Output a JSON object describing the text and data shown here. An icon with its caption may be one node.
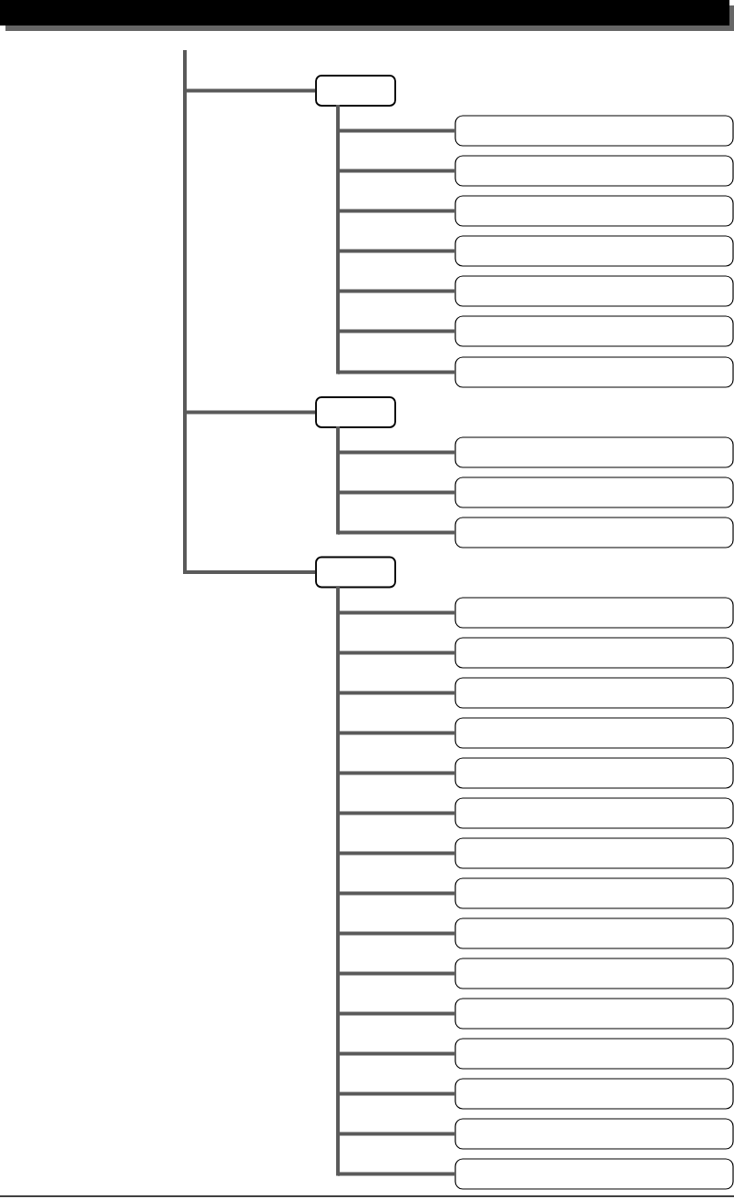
{
  "diagram": {
    "nodes": [
      {
        "text": [],
        "shape": "box"
      },
      {
        "text": [],
        "shape": "box"
      },
      {
        "text": [],
        "shape": "box"
      },
      {
        "text": [],
        "shape": "box"
      },
      {
        "text": [],
        "shape": "box"
      },
      {
        "text": [],
        "shape": "box"
      },
      {
        "text": [],
        "shape": "box"
      },
      {
        "text": [],
        "shape": "box"
      },
      {
        "text": [],
        "shape": "box"
      },
      {
        "text": [],
        "shape": "box"
      },
      {
        "text": [],
        "shape": "box"
      },
      {
        "text": [],
        "shape": "box"
      },
      {
        "text": [],
        "shape": "box"
      },
      {
        "text": [],
        "shape": "box"
      },
      {
        "text": [],
        "shape": "box"
      },
      {
        "text": [],
        "shape": "box"
      },
      {
        "text": [],
        "shape": "box"
      },
      {
        "text": [],
        "shape": "box"
      },
      {
        "text": [],
        "shape": "box"
      },
      {
        "text": [],
        "shape": "box"
      },
      {
        "text": [],
        "shape": "box"
      },
      {
        "text": [],
        "shape": "box"
      },
      {
        "text": [],
        "shape": "box"
      },
      {
        "text": [],
        "shape": "box"
      },
      {
        "text": [],
        "shape": "box"
      },
      {
        "text": [],
        "shape": "box"
      },
      {
        "text": [],
        "shape": "box"
      },
      {
        "text": [],
        "shape": "box"
      }
    ],
    "edges": [
      {
        "from": null,
        "to": 0,
        "arrow": "none"
      },
      {
        "from": null,
        "to": 8,
        "arrow": "none"
      },
      {
        "from": null,
        "to": 12,
        "arrow": "none"
      },
      {
        "from": 0,
        "to": 1,
        "arrow": "none"
      },
      {
        "from": 0,
        "to": 2,
        "arrow": "none"
      },
      {
        "from": 0,
        "to": 3,
        "arrow": "none"
      },
      {
        "from": 0,
        "to": 4,
        "arrow": "none"
      },
      {
        "from": 0,
        "to": 5,
        "arrow": "none"
      },
      {
        "from": 0,
        "to": 6,
        "arrow": "none"
      },
      {
        "from": 0,
        "to": 7,
        "arrow": "none"
      },
      {
        "from": 8,
        "to": 9,
        "arrow": "none"
      },
      {
        "from": 8,
        "to": 10,
        "arrow": "none"
      },
      {
        "from": 8,
        "to": 11,
        "arrow": "none"
      },
      {
        "from": 12,
        "to": 13,
        "arrow": "none"
      },
      {
        "from": 12,
        "to": 14,
        "arrow": "none"
      },
      {
        "from": 12,
        "to": 15,
        "arrow": "none"
      },
      {
        "from": 12,
        "to": 16,
        "arrow": "none"
      },
      {
        "from": 12,
        "to": 17,
        "arrow": "none"
      },
      {
        "from": 12,
        "to": 18,
        "arrow": "none"
      },
      {
        "from": 12,
        "to": 19,
        "arrow": "none"
      },
      {
        "from": 12,
        "to": 20,
        "arrow": "none"
      },
      {
        "from": 12,
        "to": 21,
        "arrow": "none"
      },
      {
        "from": 12,
        "to": 22,
        "arrow": "none"
      },
      {
        "from": 12,
        "to": 23,
        "arrow": "none"
      },
      {
        "from": 12,
        "to": 24,
        "arrow": "none"
      },
      {
        "from": 12,
        "to": 25,
        "arrow": "none"
      },
      {
        "from": 12,
        "to": 26,
        "arrow": "none"
      },
      {
        "from": 12,
        "to": 27,
        "arrow": "none"
      }
    ]
  }
}
